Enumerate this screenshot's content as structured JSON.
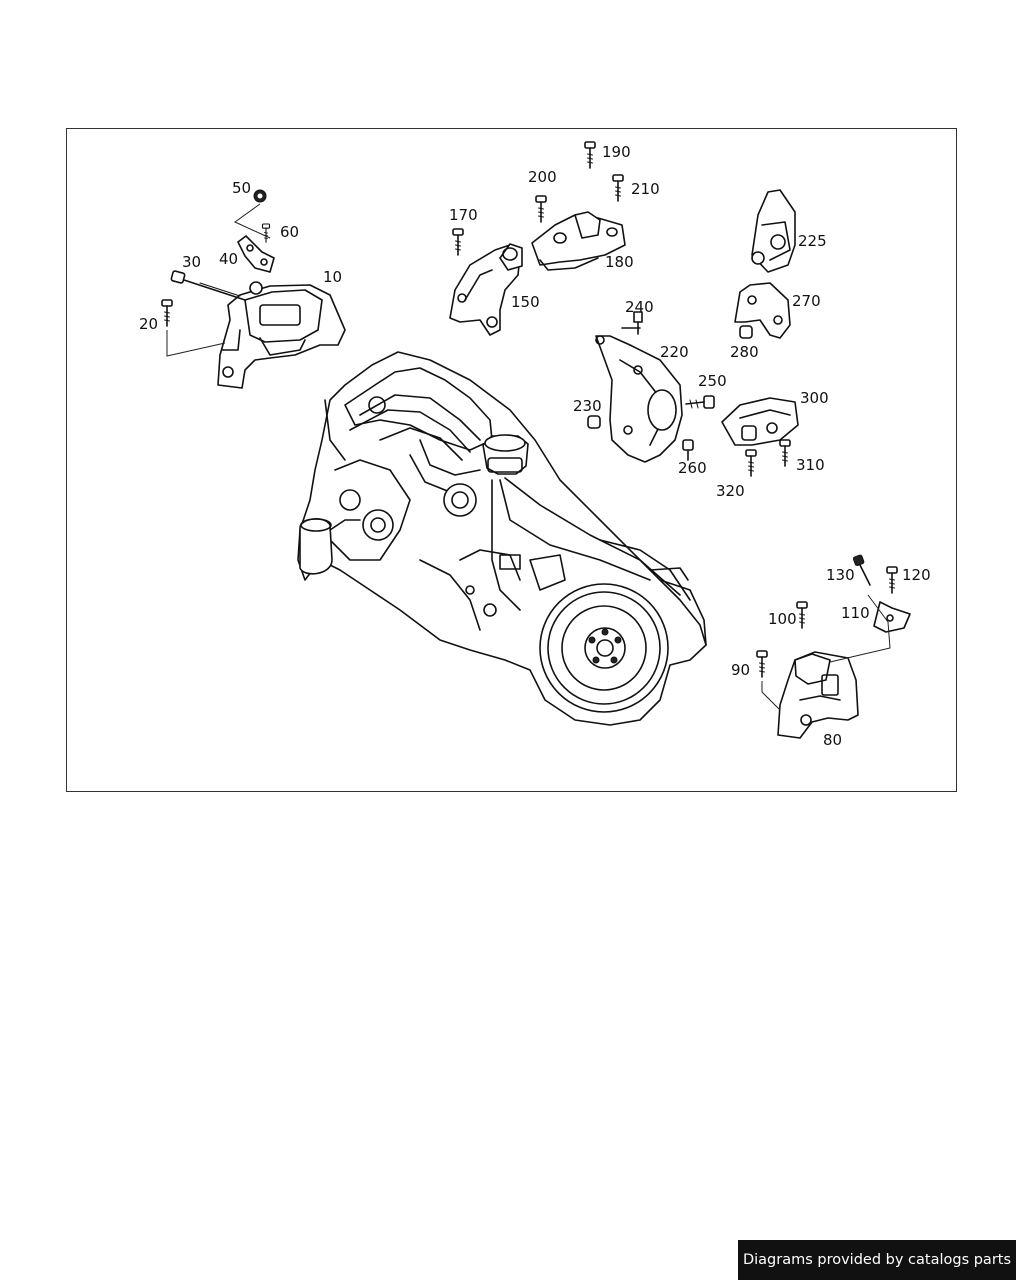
{
  "diagram": {
    "callouts": [
      {
        "id": "c10",
        "text": "10"
      },
      {
        "id": "c20",
        "text": "20"
      },
      {
        "id": "c30",
        "text": "30"
      },
      {
        "id": "c40",
        "text": "40"
      },
      {
        "id": "c50",
        "text": "50"
      },
      {
        "id": "c60",
        "text": "60"
      },
      {
        "id": "c80",
        "text": "80"
      },
      {
        "id": "c90",
        "text": "90"
      },
      {
        "id": "c100",
        "text": "100"
      },
      {
        "id": "c110",
        "text": "110"
      },
      {
        "id": "c120",
        "text": "120"
      },
      {
        "id": "c130",
        "text": "130"
      },
      {
        "id": "c150",
        "text": "150"
      },
      {
        "id": "c170",
        "text": "170"
      },
      {
        "id": "c180",
        "text": "180"
      },
      {
        "id": "c190",
        "text": "190"
      },
      {
        "id": "c200",
        "text": "200"
      },
      {
        "id": "c210",
        "text": "210"
      },
      {
        "id": "c220",
        "text": "220"
      },
      {
        "id": "c225",
        "text": "225"
      },
      {
        "id": "c230",
        "text": "230"
      },
      {
        "id": "c240",
        "text": "240"
      },
      {
        "id": "c250",
        "text": "250"
      },
      {
        "id": "c260",
        "text": "260"
      },
      {
        "id": "c270",
        "text": "270"
      },
      {
        "id": "c280",
        "text": "280"
      },
      {
        "id": "c300",
        "text": "300"
      },
      {
        "id": "c310",
        "text": "310"
      },
      {
        "id": "c320",
        "text": "320"
      }
    ]
  },
  "footer": {
    "credit": "Diagrams provided by catalogs parts"
  }
}
